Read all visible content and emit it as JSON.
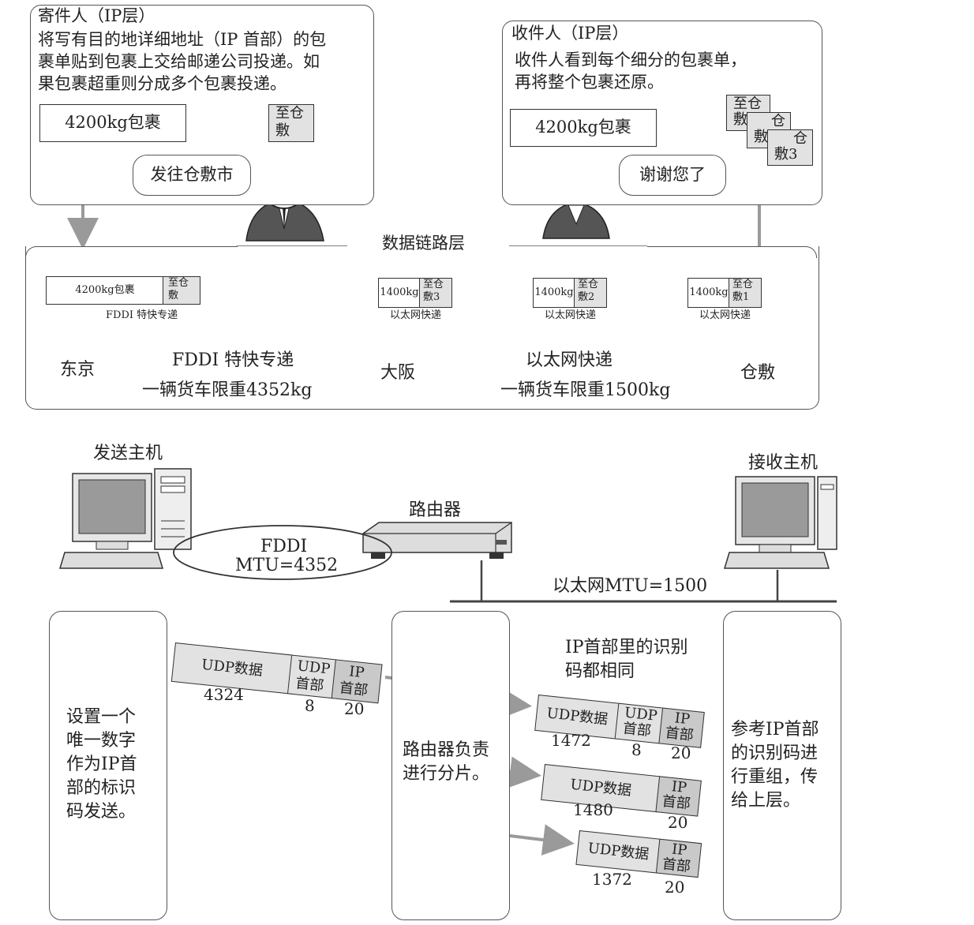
{
  "top": {
    "sender": {
      "title": "寄件人（IP层）",
      "desc_line1": "将写有目的地详细地址（IP 首部）的包",
      "desc_line2": "裹单贴到包裹上交给邮递公司投递。如",
      "desc_line3": "果包裹超重则分成多个包裹投递。",
      "parcel": "4200kg包裹",
      "label_line1": "至仓",
      "label_line2": "敷",
      "speech": "发往仓敷市"
    },
    "receiver": {
      "title": "收件人（IP层）",
      "desc_line1": "收件人看到每个细分的包裹单，",
      "desc_line2": "再将整个包裹还原。",
      "parcel": "4200kg包裹",
      "label1_line1": "至仓",
      "label1_line2": "敷1",
      "label2_line1": "仓",
      "label2_line2": "敷2",
      "label3_line1": "仓",
      "label3_line2": "敷3",
      "speech": "谢谢您了"
    },
    "datalink": {
      "title": "数据链路层",
      "big_truck": {
        "cargo": "4200kg包裹",
        "label_line1": "至仓",
        "label_line2": "敷",
        "service": "FDDI 特快专递"
      },
      "small_trucks": [
        {
          "cargo": "1400kg",
          "label_line1": "至仓",
          "label_line2": "敷3",
          "service": "以太网快递"
        },
        {
          "cargo": "1400kg",
          "label_line1": "至仓",
          "label_line2": "敷2",
          "service": "以太网快递"
        },
        {
          "cargo": "1400kg",
          "label_line1": "至仓",
          "label_line2": "敷1",
          "service": "以太网快递"
        }
      ],
      "city_tokyo": "东京",
      "city_osaka": "大阪",
      "city_kurashiki": "仓敷",
      "route1_service": "FDDI 特快专递",
      "route1_limit": "一辆货车限重4352kg",
      "route2_service": "以太网快递",
      "route2_limit": "一辆货车限重1500kg"
    }
  },
  "bottom": {
    "sending_host": "发送主机",
    "receiving_host": "接收主机",
    "router": "路由器",
    "fddi_line1": "FDDI",
    "fddi_line2": "MTU=4352",
    "ethernet": "以太网MTU=1500",
    "left_note_lines": [
      "设置一个",
      "唯一数字",
      "作为IP首",
      "部的标识",
      "码发送。"
    ],
    "mid_note_lines": [
      "路由器负责",
      "进行分片。"
    ],
    "right_note_lines": [
      "参考IP首部",
      "的识别码进",
      "行重组，传",
      "给上层。"
    ],
    "id_note_line1": "IP首部里的识别",
    "id_note_line2": "码都相同",
    "original_packet": {
      "data": "UDP数据",
      "udp_line1": "UDP",
      "udp_line2": "首部",
      "ip_line1": "IP",
      "ip_line2": "首部",
      "data_size": "4324",
      "udp_size": "8",
      "ip_size": "20"
    },
    "fragments": [
      {
        "data": "UDP数据",
        "udp_line1": "UDP",
        "udp_line2": "首部",
        "ip_line1": "IP",
        "ip_line2": "首部",
        "data_size": "1472",
        "udp_size": "8",
        "ip_size": "20"
      },
      {
        "data": "UDP数据",
        "ip_line1": "IP",
        "ip_line2": "首部",
        "data_size": "1480",
        "ip_size": "20"
      },
      {
        "data": "UDP数据",
        "ip_line1": "IP",
        "ip_line2": "首部",
        "data_size": "1372",
        "ip_size": "20"
      }
    ]
  }
}
